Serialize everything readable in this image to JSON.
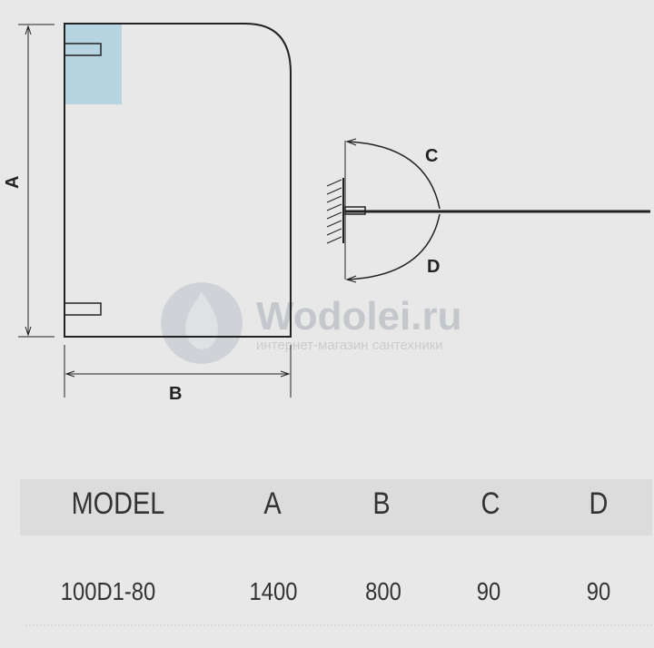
{
  "diagram": {
    "labels": {
      "a": "A",
      "b": "B",
      "c": "C",
      "d": "D"
    }
  },
  "watermark": {
    "brand": "Wodolei.ru",
    "tagline": "интернет-магазин сантехники"
  },
  "table": {
    "headers": [
      "MODEL",
      "A",
      "B",
      "C",
      "D"
    ],
    "rows": [
      [
        "100D1-80",
        "1400",
        "800",
        "90",
        "90"
      ]
    ]
  },
  "colors": {
    "glass_accent": "#b7d5e0",
    "line": "#222222"
  }
}
